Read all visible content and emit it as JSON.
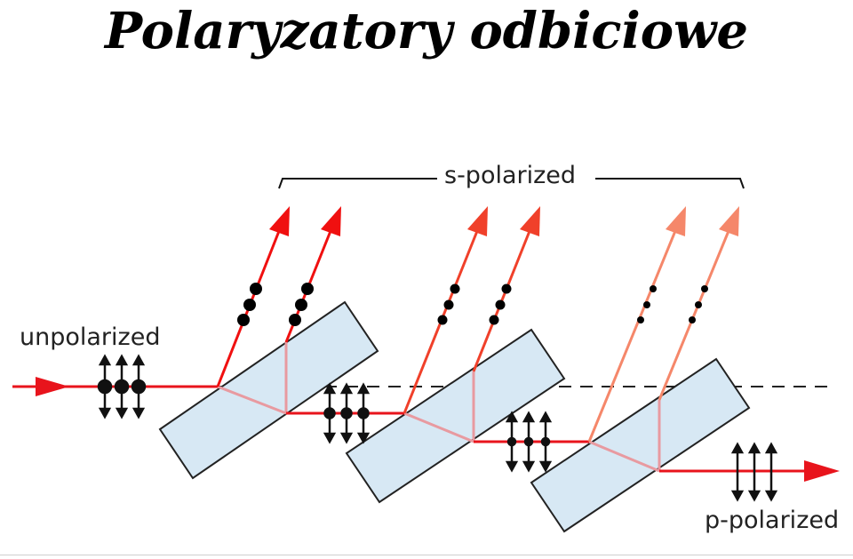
{
  "title": "Polaryzatory odbiciowe",
  "labels": {
    "unpolarized": "unpolarized",
    "s_polarized": "s-polarized",
    "p_polarized": "p-polarized"
  },
  "colors": {
    "beam": "#e8141c",
    "plate_fill": "#d7e8f4",
    "plate_stroke": "#222222",
    "reflected_stages": [
      "#f01010",
      "#f0402a",
      "#f5876a"
    ]
  }
}
